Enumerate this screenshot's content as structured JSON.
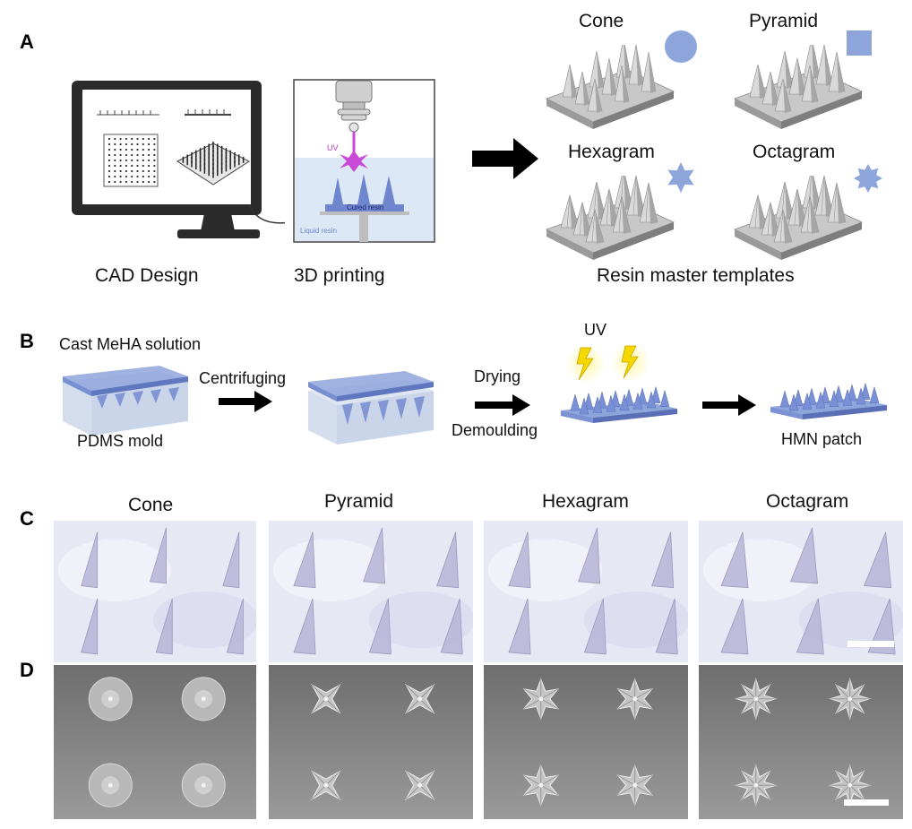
{
  "panels": {
    "a": "A",
    "b": "B",
    "c": "C",
    "d": "D"
  },
  "panel_a": {
    "cad_label": "CAD Design",
    "printing_label": "3D printing",
    "uv_text": "UV",
    "cured_resin_text": "Cured resin",
    "liquid_resin_text": "Liquid resin",
    "templates_label": "Resin master templates",
    "shapes": [
      {
        "name": "Cone",
        "icon": "circle-icon"
      },
      {
        "name": "Pyramid",
        "icon": "square-icon"
      },
      {
        "name": "Hexagram",
        "icon": "six-point-star-icon"
      },
      {
        "name": "Octagram",
        "icon": "eight-point-star-icon"
      }
    ],
    "icon_color": "#8ea5dc"
  },
  "panel_b": {
    "cast_label": "Cast MeHA solution",
    "mold_label": "PDMS mold",
    "centrifuging_label": "Centrifuging",
    "drying_label": "Drying",
    "demoulding_label": "Demoulding",
    "uv_label": "UV",
    "patch_label": "HMN patch",
    "patch_color": "#8ea5dc",
    "bolt_color": "#f5d800"
  },
  "panel_c": {
    "headers": [
      "Cone",
      "Pyramid",
      "Hexagram",
      "Octagram"
    ],
    "bg_color": "#e6e8f4"
  },
  "panel_d": {
    "bg_color": "#8a8a8a"
  }
}
